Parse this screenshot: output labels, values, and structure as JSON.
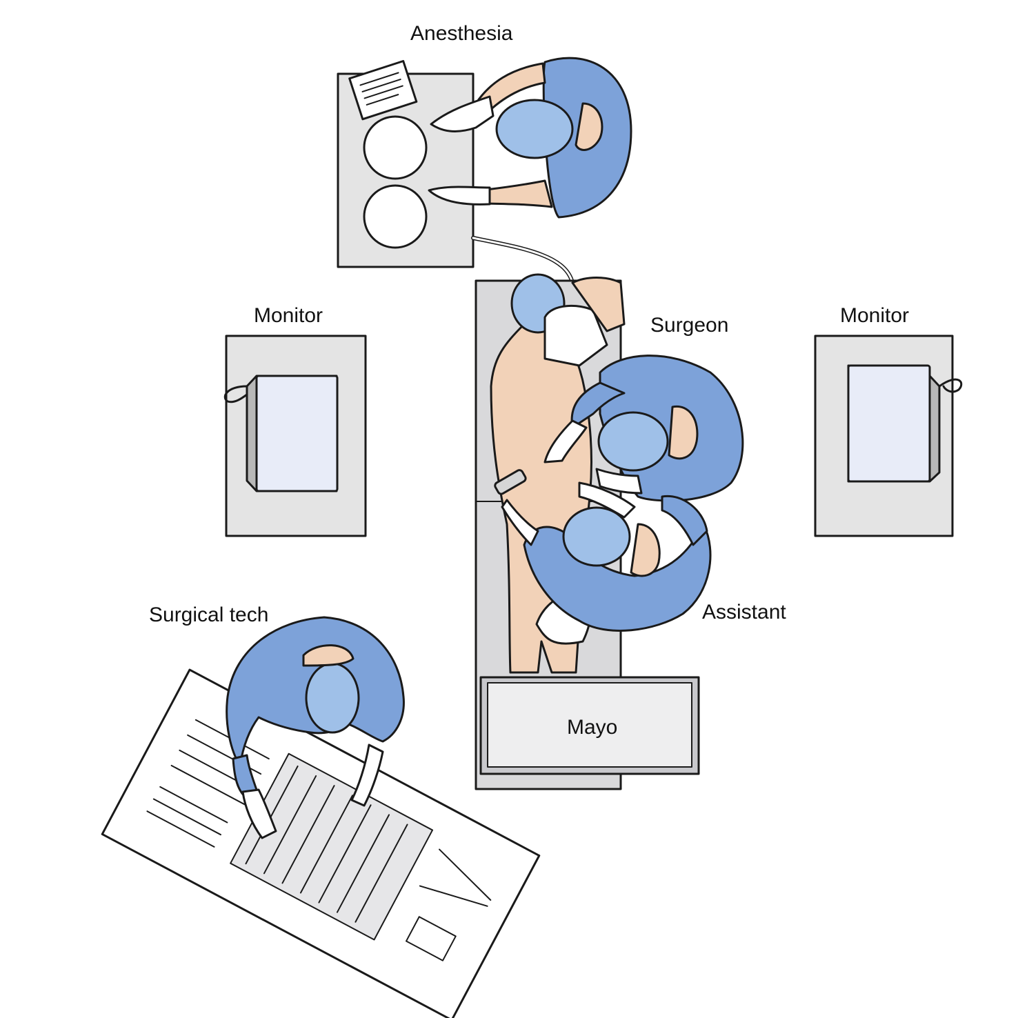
{
  "labels": {
    "anesthesia": "Anesthesia",
    "monitor_left": "Monitor",
    "surgeon": "Surgeon",
    "monitor_right": "Monitor",
    "surgical_tech": "Surgical tech",
    "assistant": "Assistant",
    "mayo": "Mayo"
  },
  "colors": {
    "gown": "#7da2d9",
    "gown_dark": "#5d84c2",
    "cap": "#9fc0e8",
    "skin": "#f2d2b8",
    "glove": "#ffffff",
    "equipment": "#e4e4e4",
    "table": "#d9d9db",
    "screen": "#e8ecf8",
    "outline": "#1a1a1a"
  }
}
